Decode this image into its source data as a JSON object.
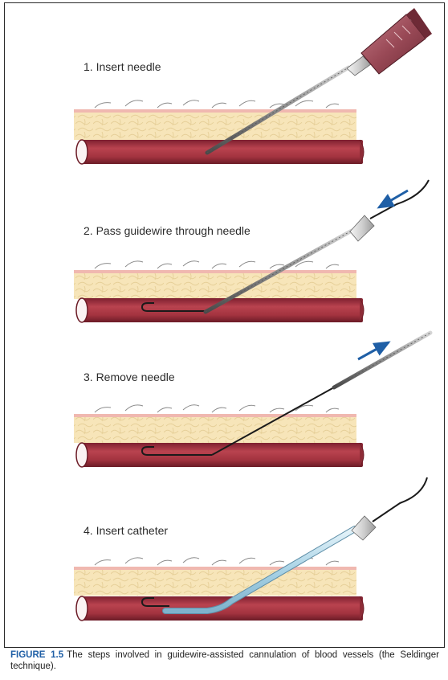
{
  "steps": [
    {
      "label": "1. Insert needle"
    },
    {
      "label": "2. Pass guidewire through needle"
    },
    {
      "label": "3. Remove needle"
    },
    {
      "label": "4. Insert catheter"
    }
  ],
  "caption": {
    "figure_id": "FIGURE 1.5",
    "text": "The steps involved in guidewire-assisted cannulation of blood vessels (the Seldinger technique)."
  },
  "colors": {
    "skin": "#f6e3b6",
    "skin_surface": "#f0b8b0",
    "vessel": "#a93a45",
    "vessel_dark": "#6b1b26",
    "arrow": "#1f5fa6",
    "catheter": "#bfe0ee",
    "syringe": "#9a4a57",
    "wire": "#1a1a1a"
  }
}
